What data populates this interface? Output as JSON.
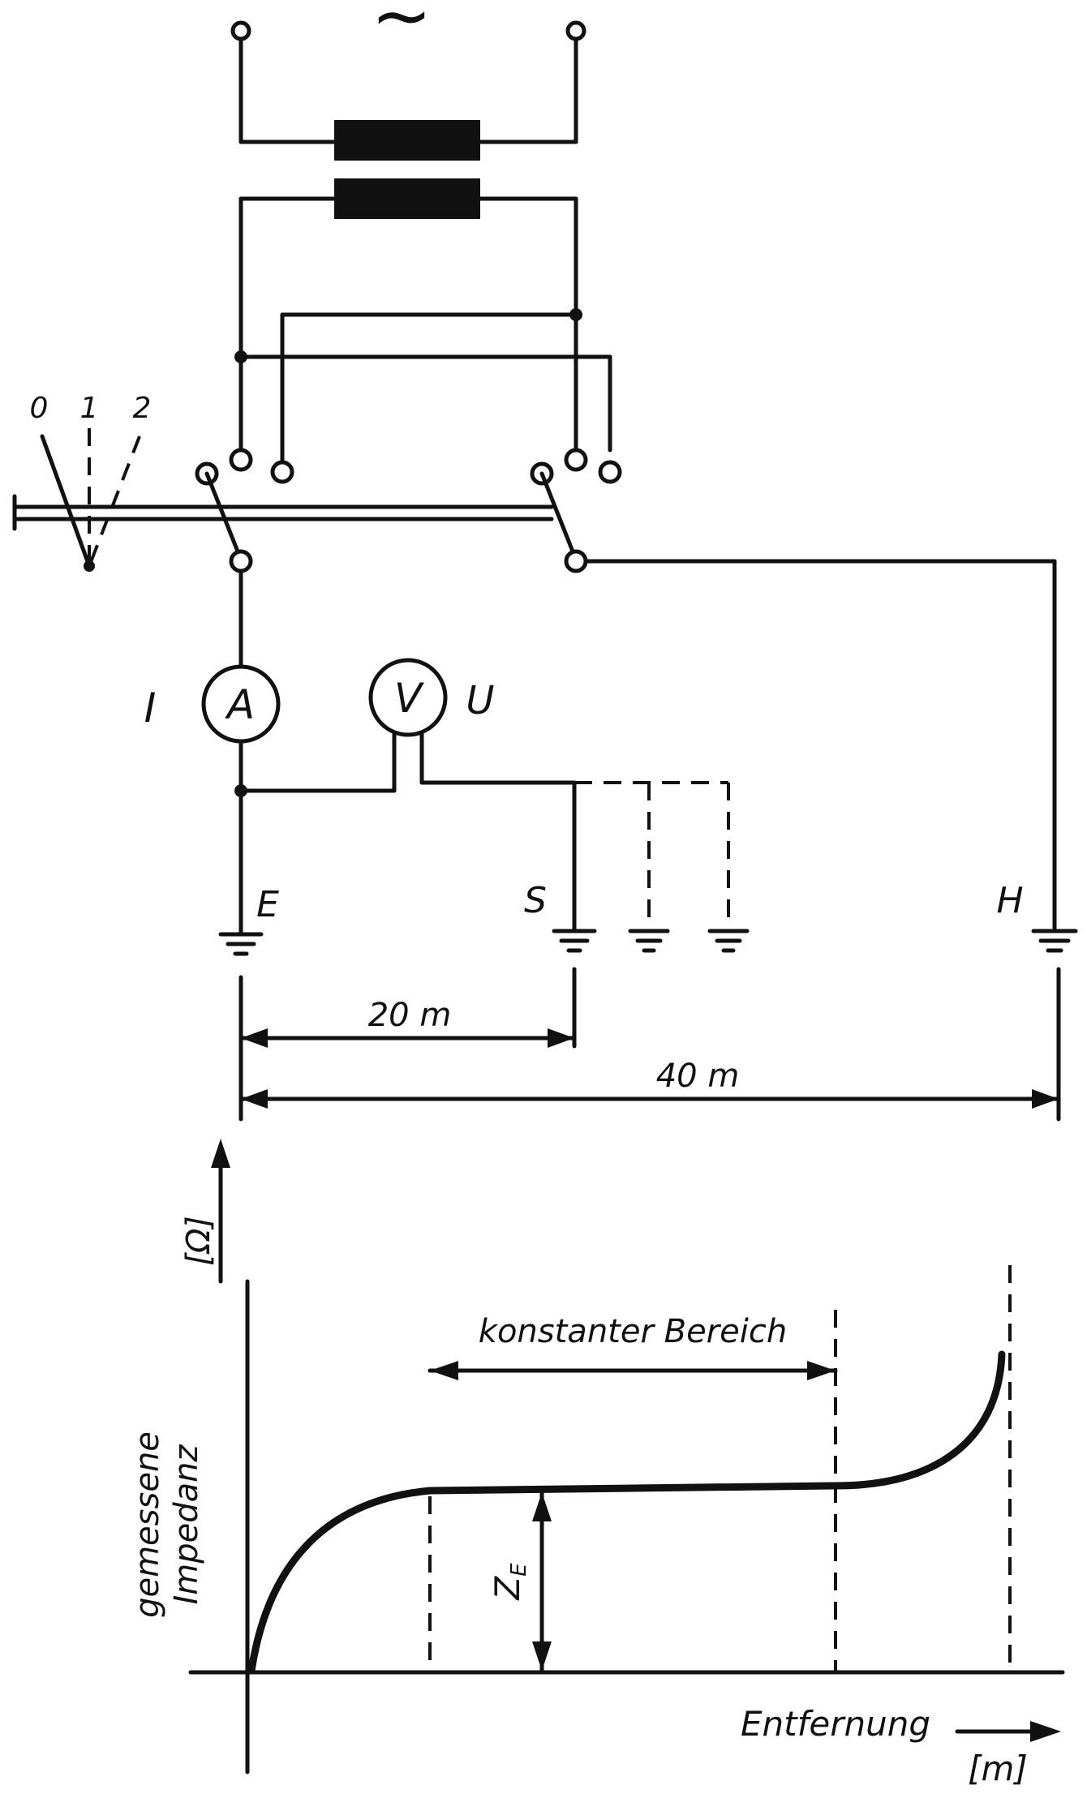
{
  "circuit": {
    "ac_symbol": "~",
    "switch_positions": [
      "0",
      "1",
      "2"
    ],
    "ammeter": {
      "symbol": "A",
      "label": "I"
    },
    "voltmeter": {
      "symbol": "V",
      "label": "U"
    },
    "electrodes": {
      "earth": "E",
      "probe": "S",
      "auxiliary": "H"
    },
    "distance_probe": "20 m",
    "distance_aux": "40 m"
  },
  "graph": {
    "ylabel_line1": "gemessene",
    "ylabel_line2": "Impedanz",
    "yunit": "[Ω]",
    "xlabel": "Entfernung",
    "xunit": "[m]",
    "range_label": "konstanter Bereich",
    "ze_label": "Z",
    "ze_subscript": "E"
  }
}
